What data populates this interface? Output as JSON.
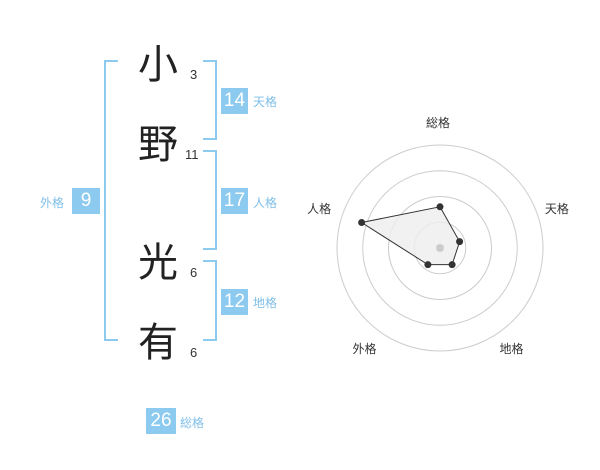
{
  "name": {
    "chars": [
      {
        "char": "小",
        "strokes": "3"
      },
      {
        "char": "野",
        "strokes": "11"
      },
      {
        "char": "光",
        "strokes": "6"
      },
      {
        "char": "有",
        "strokes": "6"
      }
    ]
  },
  "fortune": {
    "tenkaku": {
      "value": "14",
      "label": "天格"
    },
    "jinkaku": {
      "value": "17",
      "label": "人格"
    },
    "chikaku": {
      "value": "12",
      "label": "地格"
    },
    "gaikaku": {
      "value": "9",
      "label": "外格"
    },
    "soukaku": {
      "value": "26",
      "label": "総格"
    }
  },
  "chart_data": {
    "type": "radar",
    "axes": [
      "総格",
      "天格",
      "地格",
      "外格",
      "人格"
    ],
    "values": [
      0.4,
      0.2,
      0.2,
      0.2,
      0.8
    ],
    "range": [
      0,
      1
    ],
    "rings": 4,
    "colors": {
      "fill": "#eeeeee",
      "line": "#333333",
      "grid": "#cccccc",
      "center": "#cccccc"
    }
  }
}
